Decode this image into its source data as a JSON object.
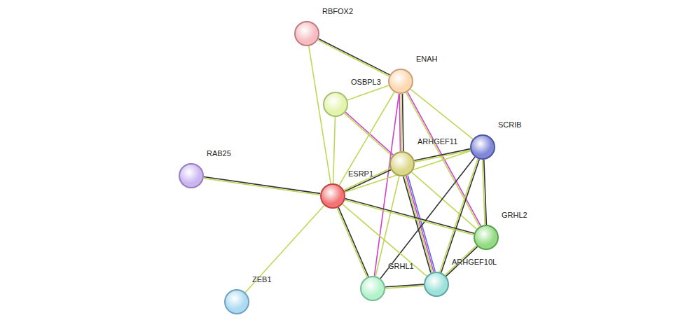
{
  "diagram": {
    "nodes": [
      {
        "text": [
          "RBFOX2"
        ]
      },
      {
        "text": [
          "ENAH"
        ]
      },
      {
        "text": [
          "OSBPL3"
        ]
      },
      {
        "text": [
          "SCRIB"
        ]
      },
      {
        "text": [
          "ARHGEF11"
        ]
      },
      {
        "text": [
          "RAB25"
        ]
      },
      {
        "text": [
          "ESRP1"
        ]
      },
      {
        "text": [
          "GRHL2"
        ]
      },
      {
        "text": [
          "GRHL1"
        ]
      },
      {
        "text": [
          "ARHGEF10L"
        ]
      },
      {
        "text": [
          "ZEB1"
        ]
      }
    ],
    "edges": [
      {
        "from": 0,
        "to": 1,
        "arrow": "none"
      },
      {
        "from": 0,
        "to": 6,
        "arrow": "none"
      },
      {
        "from": 2,
        "to": 1,
        "arrow": "none"
      },
      {
        "from": 2,
        "to": 6,
        "arrow": "none"
      },
      {
        "from": 2,
        "to": 4,
        "arrow": "none"
      },
      {
        "from": 1,
        "to": 6,
        "arrow": "none"
      },
      {
        "from": 1,
        "to": 4,
        "arrow": "none"
      },
      {
        "from": 1,
        "to": 3,
        "arrow": "none"
      },
      {
        "from": 1,
        "to": 7,
        "arrow": "none"
      },
      {
        "from": 1,
        "to": 8,
        "arrow": "none"
      },
      {
        "from": 4,
        "to": 9,
        "arrow": "none"
      },
      {
        "from": 4,
        "to": 3,
        "arrow": "none"
      },
      {
        "from": 6,
        "to": 4,
        "arrow": "none"
      },
      {
        "from": 4,
        "to": 7,
        "arrow": "none"
      },
      {
        "from": 4,
        "to": 8,
        "arrow": "none"
      },
      {
        "from": 6,
        "to": 3,
        "arrow": "none"
      },
      {
        "from": 3,
        "to": 7,
        "arrow": "none"
      },
      {
        "from": 3,
        "to": 9,
        "arrow": "none"
      },
      {
        "from": 3,
        "to": 8,
        "arrow": "none"
      },
      {
        "from": 5,
        "to": 6,
        "arrow": "none"
      },
      {
        "from": 10,
        "to": 6,
        "arrow": "none"
      },
      {
        "from": 6,
        "to": 7,
        "arrow": "none"
      },
      {
        "from": 6,
        "to": 8,
        "arrow": "none"
      },
      {
        "from": 6,
        "to": 9,
        "arrow": "none"
      },
      {
        "from": 8,
        "to": 9,
        "arrow": "none"
      },
      {
        "from": 7,
        "to": 9,
        "arrow": "none"
      }
    ]
  }
}
